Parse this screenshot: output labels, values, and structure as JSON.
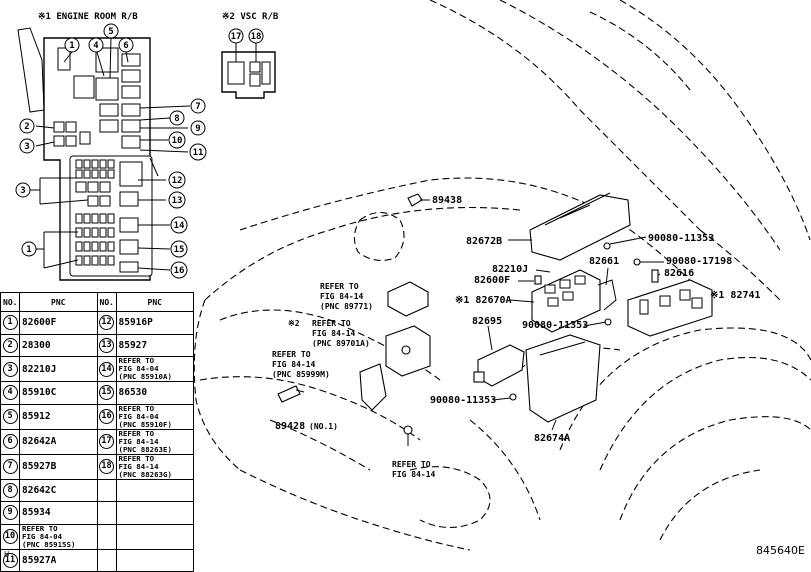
{
  "insets": {
    "engine_room_rb": "※1 ENGINE ROOM R/B",
    "vsc_rb": "※2 VSC R/B"
  },
  "callouts": {
    "c1": "1",
    "c2": "2",
    "c3": "3",
    "c4": "4",
    "c5": "5",
    "c6": "6",
    "c7": "7",
    "c8": "8",
    "c9": "9",
    "c10": "10",
    "c11": "11",
    "c12": "12",
    "c13": "13",
    "c14": "14",
    "c15": "15",
    "c16": "16",
    "c17": "17",
    "c18": "18"
  },
  "table": {
    "head_no": "NO.",
    "head_pnc": "PNC",
    "left": [
      {
        "no": "1",
        "pnc": "82600F"
      },
      {
        "no": "2",
        "pnc": "28300"
      },
      {
        "no": "3",
        "pnc": "82210J"
      },
      {
        "no": "4",
        "pnc": "85910C"
      },
      {
        "no": "5",
        "pnc": "85912"
      },
      {
        "no": "6",
        "pnc": "82642A"
      },
      {
        "no": "7",
        "pnc": "85927B"
      },
      {
        "no": "8",
        "pnc": "82642C"
      },
      {
        "no": "9",
        "pnc": "85934"
      },
      {
        "no": "10",
        "pnc": "REFER TO\nFIG 84-04\n(PNC 85915S)"
      },
      {
        "no": "11",
        "pnc": "85927A"
      }
    ],
    "right": [
      {
        "no": "12",
        "pnc": "85916P"
      },
      {
        "no": "13",
        "pnc": "85927"
      },
      {
        "no": "14",
        "pnc": "REFER TO\nFIG 84-04\n(PNC 85910A)"
      },
      {
        "no": "15",
        "pnc": "86530"
      },
      {
        "no": "16",
        "pnc": "REFER TO\nFIG 84-04\n(PNC 85910F)"
      },
      {
        "no": "17",
        "pnc": "REFER TO\nFIG 84-14\n(PNC 88263E)"
      },
      {
        "no": "18",
        "pnc": "REFER TO\nFIG 84-14\n(PNC 88263G)"
      },
      {
        "no": "",
        "pnc": ""
      },
      {
        "no": "",
        "pnc": ""
      },
      {
        "no": "",
        "pnc": ""
      },
      {
        "no": "",
        "pnc": ""
      }
    ]
  },
  "labels": {
    "p89438": "89438",
    "p82672B": "82672B",
    "p90080_11353a": "90080-11353",
    "p82210J": "82210J",
    "p82661": "82661",
    "p90080_17198": "90080-17198",
    "p82600F": "82600F",
    "p82616": "82616",
    "p82670A": "※1 82670A",
    "p82741": "※1 82741",
    "p82695": "82695",
    "p90080_11353b": "90080-11353",
    "p90080_11353c": "90080-11353",
    "p82674A": "82674A",
    "p89428": "89428",
    "p89428_note": "(NO.1)",
    "ref1_l1": "REFER TO",
    "ref1_l2": "FIG 84-14",
    "ref1_l3": "(PNC 89771)",
    "ref2_mark": "※2",
    "ref2_l1": "REFER TO",
    "ref2_l2": "FIG 84-14",
    "ref2_l3": "(PNC 89701A)",
    "ref3_l1": "REFER TO",
    "ref3_l2": "FIG 84-14",
    "ref3_l3": "(PNC 85999M)",
    "ref4_l1": "REFER TO",
    "ref4_l2": "FIG 84-14"
  },
  "footer": {
    "code": "845640E",
    "mark": "H"
  }
}
